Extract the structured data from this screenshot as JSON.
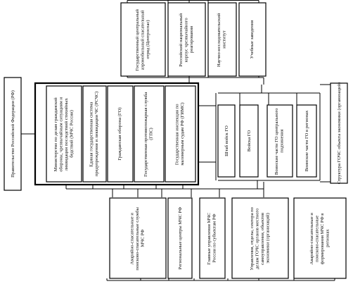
{
  "boxes": {
    "government": [
      "Правительство Российской Федерации (РФ)"
    ],
    "mchs": [
      "Министерство по делам гражданской",
      "обороны, чрезвычайным ситуациям и",
      "ликвидации последствий стихийных",
      "бедствий (МЧС России)"
    ],
    "rschs": [
      "Единая государственная система",
      "предупреждения и ликвидации ЧС (РСЧС)"
    ],
    "go": [
      "Гражданская оборона (ГО)"
    ],
    "gps": [
      "Государственная противопожарная служба",
      "(ГПС)"
    ],
    "gims": [
      "Государственная инспекция по",
      "маломерным судам РФ (ГИМС)"
    ],
    "aviaotryad": [
      "Государственный центральный",
      "аэромобильный спасательный",
      "отряд (Центроспас)"
    ],
    "national_center": [
      "Российский национальный",
      "корпус чрезвычайного",
      "реагирования"
    ],
    "research": [
      "Научно-исследовательский",
      "институт"
    ],
    "education": [
      "Учебные заведения"
    ],
    "go_hq": [
      "Штаб войск ГО"
    ],
    "go_troops": [
      "Войска ГО"
    ],
    "central_units": [
      "Воинские части ГО центрального",
      "подчинения"
    ],
    "regional_units": [
      "Воинские части ГО в регионах"
    ],
    "structure": [
      "Структура ГОЧС объекта экономики (организаций)"
    ],
    "rescue_services": [
      "Аварийно-спасательные и",
      "поисково-спасательные службы",
      "МЧС РФ"
    ],
    "regional_centers": [
      "Региональные центры МЧС РФ"
    ],
    "main_departments": [
      "Главные управления МЧС",
      "России по субъектам РФ"
    ],
    "local_departments": [
      "Управления, отделы, сектора по",
      "делам ГОЧС органов местного",
      "самоуправления, объектов",
      "экономики (организаций)"
    ],
    "rescue_units": [
      "Аварийно-спасательные и",
      "поисково-спасательные",
      "формирования МЧС РФ в",
      "регионах"
    ]
  }
}
